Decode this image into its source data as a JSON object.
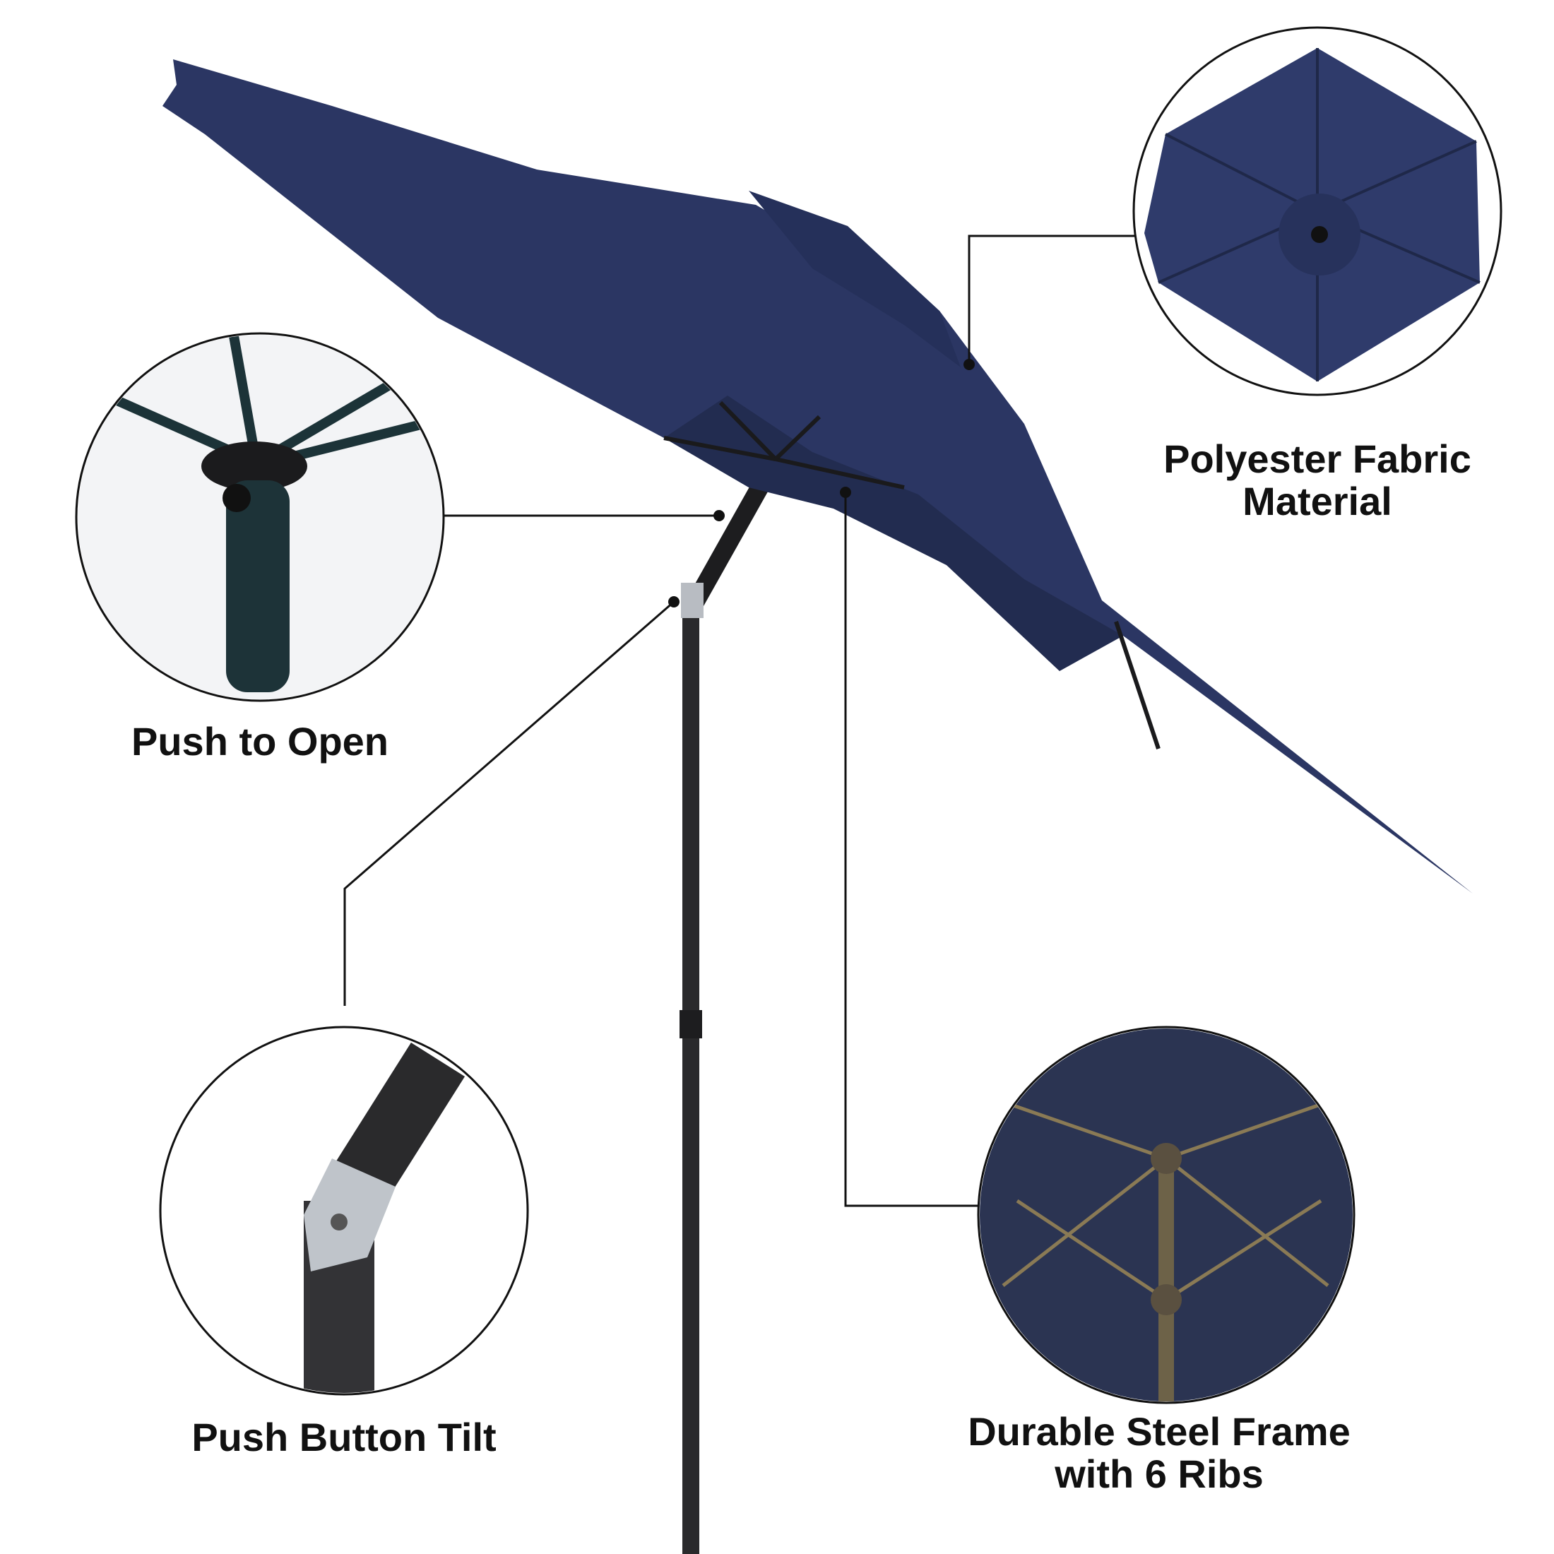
{
  "colors": {
    "canopy": "#2b3663",
    "canopy_dark": "#1f2849",
    "pole": "#2a2a2c",
    "line": "#111111"
  },
  "callouts": {
    "fabric": {
      "line1": "Polyester Fabric",
      "line2": "Material"
    },
    "open": {
      "line1": "Push to Open"
    },
    "tilt": {
      "line1": "Push Button Tilt"
    },
    "frame": {
      "line1": "Durable Steel Frame",
      "line2": "with 6 Ribs"
    }
  }
}
